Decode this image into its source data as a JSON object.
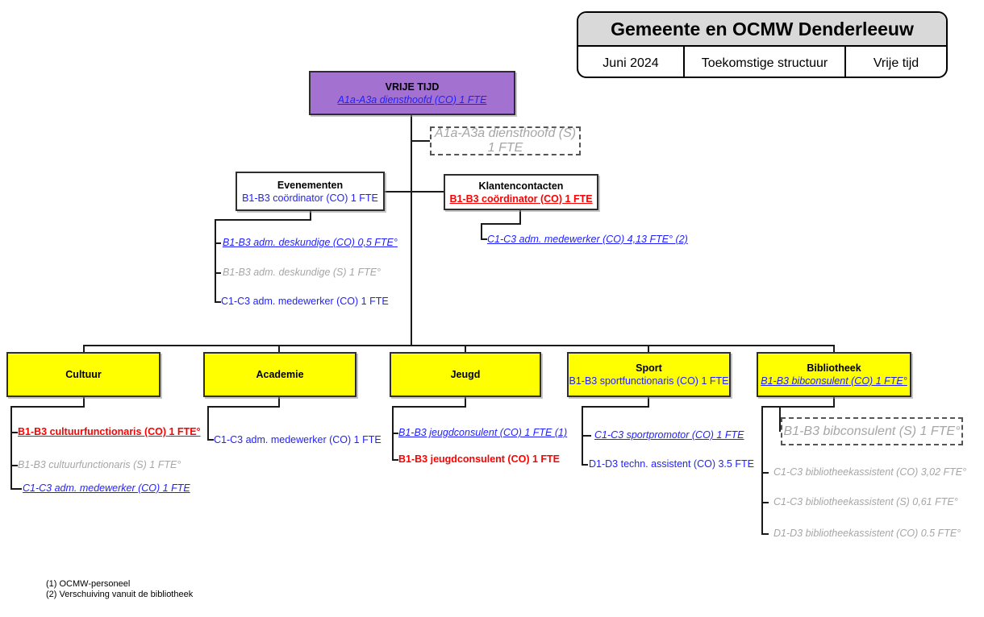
{
  "legend": {
    "title": "Gemeente en OCMW Denderleeuw",
    "cells": [
      "Juni 2024",
      "Toekomstige structuur",
      "Vrije tijd"
    ]
  },
  "root": {
    "title": "VRIJE TIJD",
    "subtitle": "A1a-A3a diensthoofd (CO) 1 FTE",
    "shadow": "A1a-A3a diensthoofd (S) 1 FTE"
  },
  "evenementen": {
    "title": "Evenementen",
    "subtitle": "B1-B3 coördinator (CO) 1 FTE",
    "items": [
      "B1-B3 adm. deskundige (CO) 0,5 FTE°",
      "B1-B3 adm. deskundige (S) 1 FTE°",
      "C1-C3 adm. medewerker (CO) 1 FTE"
    ]
  },
  "klantencontacten": {
    "title": "Klantencontacten",
    "subtitle": "B1-B3 coördinator (CO) 1 FTE",
    "items": [
      "C1-C3 adm. medewerker (CO) 4,13 FTE° (2)"
    ]
  },
  "cultuur": {
    "title": "Cultuur",
    "items": [
      "B1-B3 cultuurfunctionaris (CO) 1 FTE°",
      "B1-B3 cultuurfunctionaris (S) 1 FTE°",
      "C1-C3 adm. medewerker (CO) 1 FTE"
    ]
  },
  "academie": {
    "title": "Academie",
    "items": [
      "C1-C3 adm. medewerker (CO) 1 FTE"
    ]
  },
  "jeugd": {
    "title": "Jeugd",
    "items": [
      "B1-B3 jeugdconsulent (CO) 1 FTE (1)",
      "B1-B3 jeugdconsulent (CO) 1 FTE"
    ]
  },
  "sport": {
    "title": "Sport",
    "subtitle": "B1-B3 sportfunctionaris (CO) 1 FTE",
    "items": [
      "C1-C3 sportpromotor (CO) 1 FTE",
      "D1-D3 techn. assistent (CO) 3.5 FTE"
    ]
  },
  "bibliotheek": {
    "title": "Bibliotheek",
    "subtitle": "B1-B3 bibconsulent (CO) 1 FTE°",
    "shadow": "B1-B3 bibconsulent (S) 1 FTE°",
    "items": [
      "C1-C3 bibliotheekassistent (CO) 3,02 FTE°",
      "C1-C3 bibliotheekassistent (S) 0,61 FTE°",
      "D1-D3 bibliotheekassistent (CO) 0.5 FTE°"
    ]
  },
  "footnotes": [
    "(1) OCMW-personeel",
    "(2) Verschuiving vanuit de bibliotheek"
  ],
  "colors": {
    "purple": "#A371D0",
    "yellow": "#FFFF00",
    "blue": "#1F1FFF",
    "red": "#FF0000",
    "gray_text": "#A6A6A6",
    "legend_header_bg": "#D9D9D9"
  }
}
